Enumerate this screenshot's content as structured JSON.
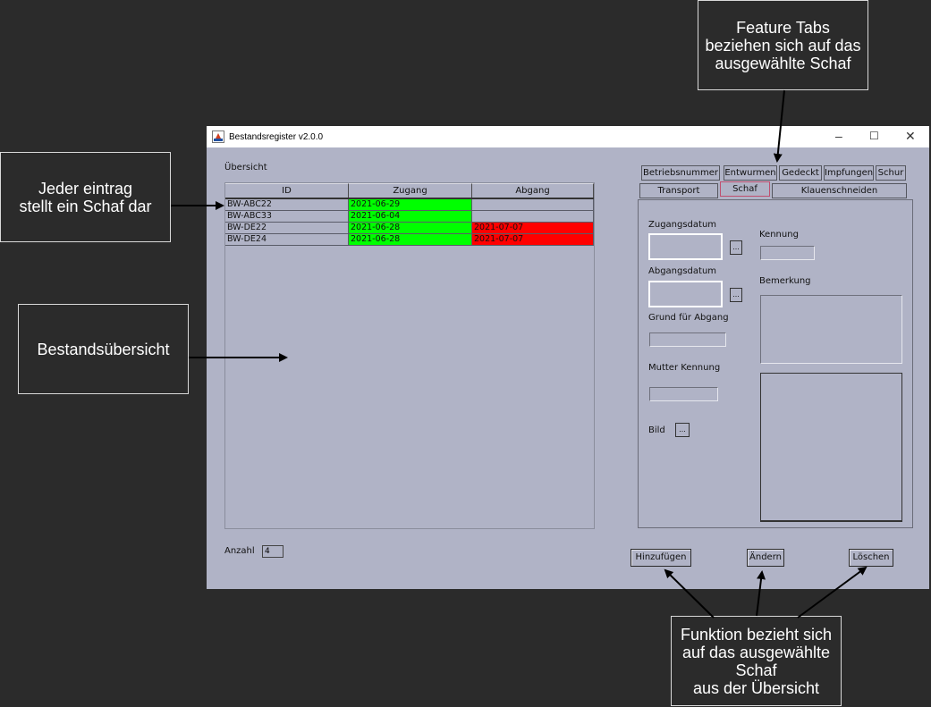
{
  "annotations": {
    "feature_tabs": "Feature Tabs\nbeziehen sich auf das\nausgewählte Schaf",
    "row_note": "Jeder eintrag\nstellt ein Schaf dar",
    "overview_note": "Bestandsübersicht",
    "function_note": "Funktion bezieht sich\nauf das ausgewählte\nSchaf\naus der Übersicht"
  },
  "window": {
    "title": "Bestandsregister v2.0.0",
    "minimize": "–",
    "maximize": "☐",
    "close": "✕"
  },
  "overview": {
    "label": "Übersicht",
    "columns": [
      "ID",
      "Zugang",
      "Abgang"
    ],
    "rows": [
      {
        "id": "BW-ABC22",
        "zugang": "2021-06-29",
        "abgang": ""
      },
      {
        "id": "BW-ABC33",
        "zugang": "2021-06-04",
        "abgang": ""
      },
      {
        "id": "BW-DE22",
        "zugang": "2021-06-28",
        "abgang": "2021-07-07"
      },
      {
        "id": "BW-DE24",
        "zugang": "2021-06-28",
        "abgang": "2021-07-07"
      }
    ],
    "count_label": "Anzahl",
    "count_value": "4"
  },
  "tabs": {
    "row1": [
      "Betriebsnummer",
      "Entwurmen",
      "Gedeckt",
      "Impfungen",
      "Schur"
    ],
    "row2": [
      "Transport",
      "Schaf",
      "Klauenschneiden"
    ],
    "active": "Schaf"
  },
  "form": {
    "zugangsdatum": "Zugangsdatum",
    "abgangsdatum": "Abgangsdatum",
    "grund": "Grund für Abgang",
    "mutter": "Mutter Kennung",
    "bild": "Bild",
    "kennung": "Kennung",
    "bemerkung": "Bemerkung",
    "browse": "..."
  },
  "buttons": {
    "add": "Hinzufügen",
    "edit": "Ändern",
    "delete": "Löschen"
  },
  "colors": {
    "zugang": "#00ff00",
    "abgang": "#ff0000",
    "window_bg": "#b0b3c6",
    "page_bg": "#2b2b2b"
  }
}
